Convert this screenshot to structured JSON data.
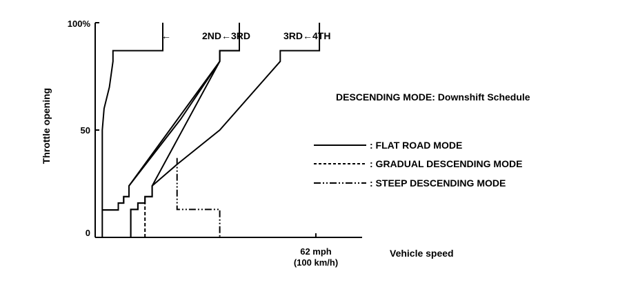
{
  "chart_data": {
    "type": "line",
    "title": "DESCENDING MODE: Downshift Schedule",
    "xlabel": "Vehicle speed",
    "ylabel": "Throttle opening",
    "y_ticks": [
      "0",
      "50",
      "100%"
    ],
    "y_tick_values": [
      0,
      50,
      100
    ],
    "x_tick_values": [
      62
    ],
    "x_tick_label": [
      "62 mph",
      "(100 km/h)"
    ],
    "xlim": [
      0,
      75
    ],
    "ylim": [
      0,
      100
    ],
    "shift_labels": [
      "2ND←3RD",
      "3RD←4TH"
    ],
    "upper_arrow": "←",
    "legend": [
      {
        "label": ": FLAT ROAD MODE",
        "style": "solid"
      },
      {
        "label": ": GRADUAL DESCENDING MODE",
        "style": "dashed"
      },
      {
        "label": ": STEEP DESCENDING MODE",
        "style": "dashdot"
      }
    ],
    "series": [
      {
        "style": "solid",
        "points": [
          [
            2,
            0
          ],
          [
            2,
            50
          ],
          [
            2.5,
            60
          ],
          [
            4,
            70
          ],
          [
            5,
            82
          ],
          [
            5,
            87
          ],
          [
            19,
            87
          ],
          [
            19,
            100
          ]
        ]
      },
      {
        "style": "solid",
        "points": [
          [
            10,
            0
          ],
          [
            10,
            13
          ],
          [
            12,
            13
          ],
          [
            12,
            16
          ],
          [
            14,
            16
          ],
          [
            14,
            19
          ],
          [
            16,
            19
          ],
          [
            16,
            24
          ],
          [
            35,
            82
          ],
          [
            35,
            87
          ],
          [
            40.5,
            87
          ],
          [
            40.5,
            100
          ]
        ]
      },
      {
        "style": "solid",
        "points": [
          [
            2,
            12.8
          ],
          [
            6.5,
            12.8
          ],
          [
            6.5,
            16
          ],
          [
            8,
            16
          ],
          [
            8,
            19
          ],
          [
            9.5,
            19
          ],
          [
            9.5,
            24
          ],
          [
            35,
            82
          ],
          [
            35,
            87
          ],
          [
            40.5,
            87
          ],
          [
            40.5,
            100
          ]
        ]
      },
      {
        "style": "solid",
        "points": [
          [
            2,
            12.8
          ],
          [
            6.5,
            12.8
          ],
          [
            6.5,
            16
          ],
          [
            8,
            16
          ],
          [
            8,
            19
          ],
          [
            9.5,
            19
          ],
          [
            9.5,
            24
          ],
          [
            24,
            55
          ],
          [
            35,
            82
          ],
          [
            35,
            87
          ]
        ]
      },
      {
        "style": "solid",
        "points": [
          [
            10,
            0
          ],
          [
            10,
            13
          ],
          [
            12,
            13
          ],
          [
            12,
            16
          ],
          [
            14,
            16
          ],
          [
            14,
            19
          ],
          [
            16,
            19
          ],
          [
            16,
            24
          ],
          [
            23,
            34
          ],
          [
            35,
            50
          ],
          [
            52,
            82
          ],
          [
            52,
            87
          ],
          [
            63,
            87
          ],
          [
            63,
            100
          ]
        ]
      },
      {
        "style": "dashed",
        "points": [
          [
            14,
            0
          ],
          [
            14,
            16
          ]
        ]
      },
      {
        "style": "dashdot",
        "points": [
          [
            23,
            37
          ],
          [
            23,
            13
          ],
          [
            35,
            13
          ],
          [
            35,
            0
          ]
        ]
      }
    ]
  }
}
